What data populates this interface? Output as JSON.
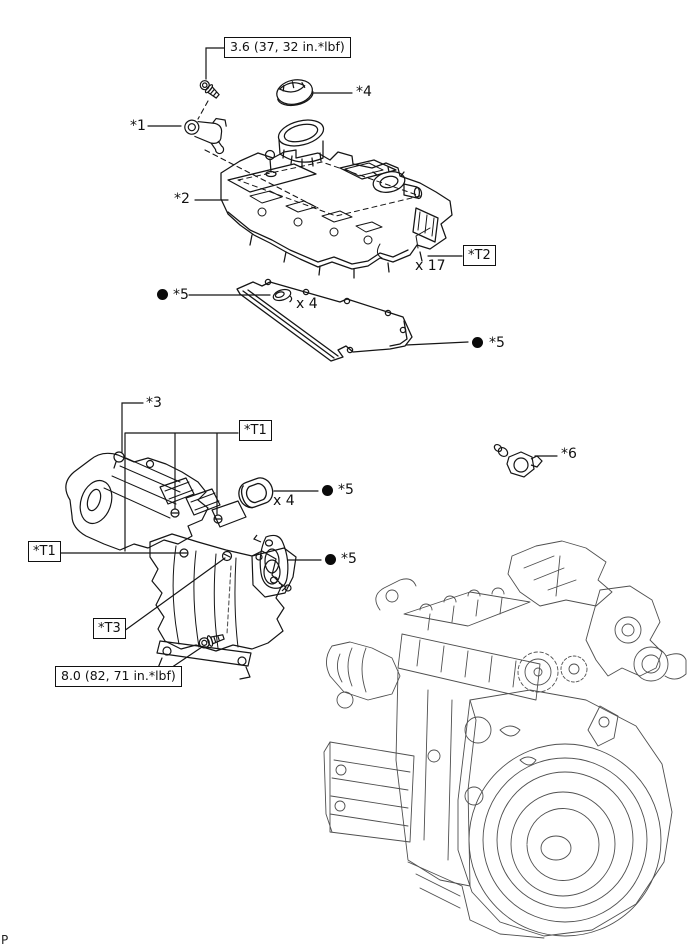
{
  "page": {
    "marker": "P"
  },
  "callouts": {
    "torque_cam_sensor_bolt": "3.6 (37, 32 in.*lbf)",
    "torque_manifold_bolt": "8.0 (82, 71 in.*lbf)",
    "t1": "*T1",
    "t2": "*T2",
    "t3": "*T3"
  },
  "part_labels": {
    "p1": "*1",
    "p2": "*2",
    "p3": "*3",
    "p4": "*4",
    "p5": "*5",
    "p6": "*6"
  },
  "quantities": {
    "cover_bolts": "x 17",
    "seals": "x 4"
  },
  "colors": {
    "line": "#151515",
    "engine_line": "#4f4f4f",
    "background": "#ffffff"
  }
}
